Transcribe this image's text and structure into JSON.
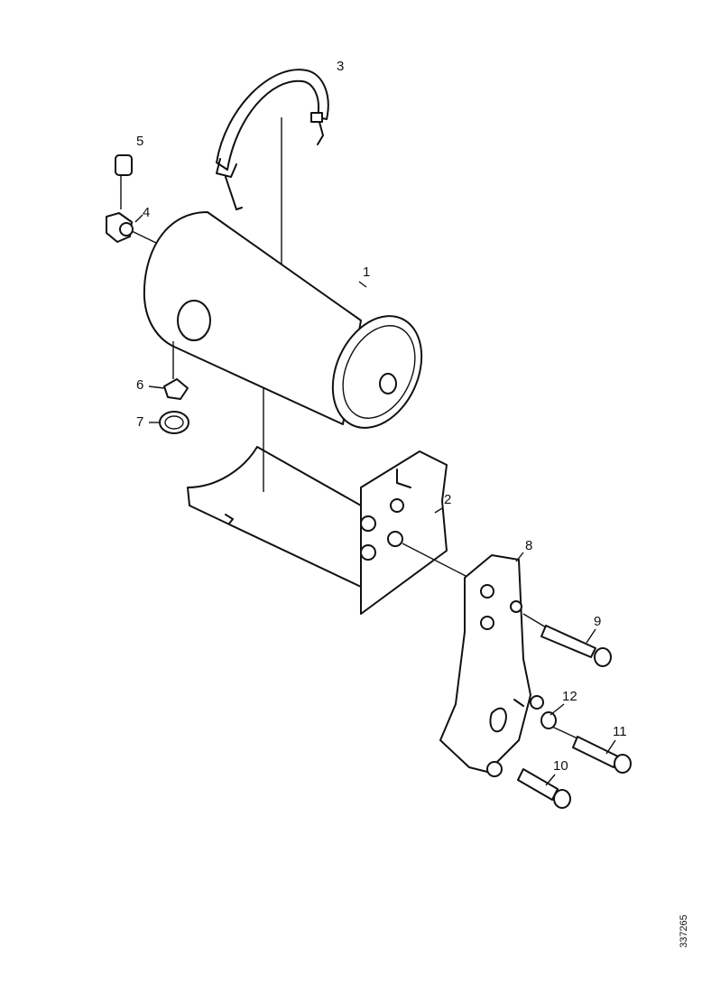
{
  "callouts": {
    "c1": "1",
    "c2": "2",
    "c3": "3",
    "c4": "4",
    "c5": "5",
    "c6": "6",
    "c7": "7",
    "c8": "8",
    "c9": "9",
    "c10": "10",
    "c11": "11",
    "c12": "12"
  },
  "drawing_code": "337265"
}
